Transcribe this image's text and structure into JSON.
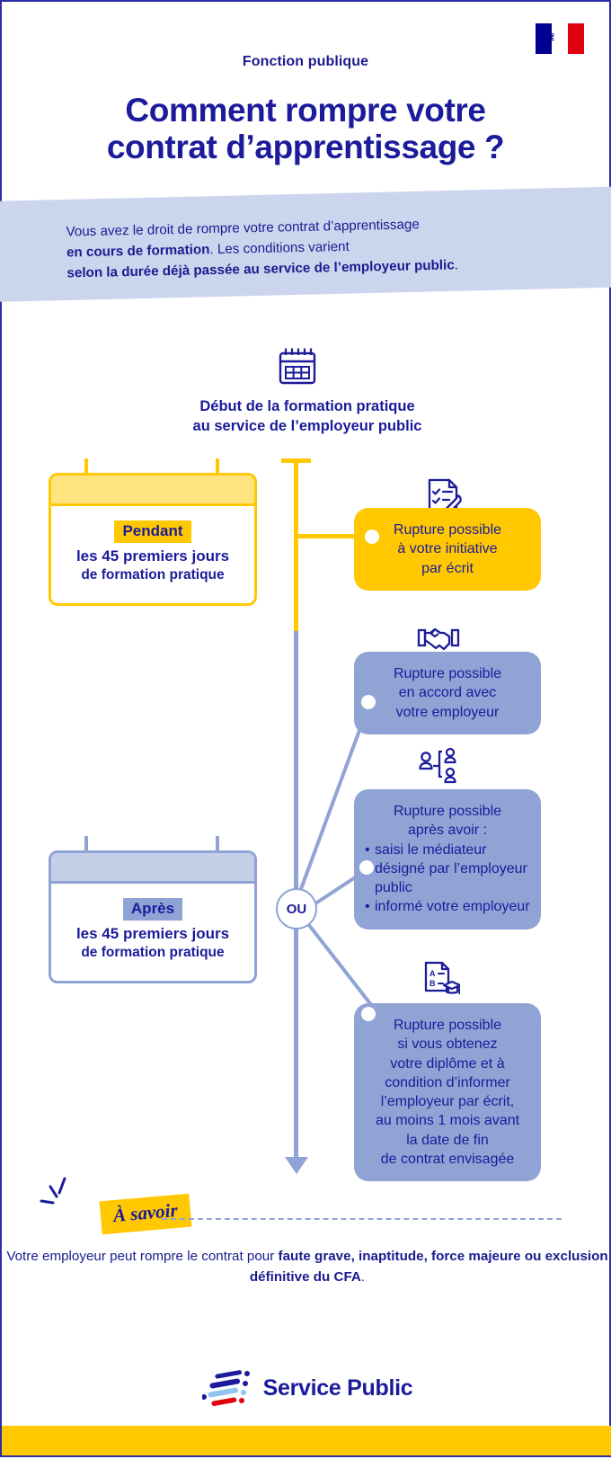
{
  "header": {
    "eyebrow": "Fonction publique",
    "title_line1": "Comment rompre votre",
    "title_line2": "contrat d’apprentissage ?",
    "flag_icon": "french-republic-flag-icon",
    "colors": {
      "blue": "#000091",
      "white": "#ffffff",
      "red": "#e1000f"
    }
  },
  "intro": {
    "line1": "Vous avez le droit de rompre votre contrat d’apprentissage",
    "line2_bold": "en cours de formation",
    "line2_rest": ". Les conditions varient",
    "line3_bold": "selon la durée déjà passée au service de l’employeur public",
    "line3_rest": ".",
    "background": "#ccd5ee"
  },
  "timeline": {
    "calendar_icon": "calendar-icon",
    "title_line1": "Début de la formation pratique",
    "title_line2": "au service de l’employeur public",
    "branch_node_label": "OU",
    "spine_yellow": "#ffc800",
    "spine_blue": "#8fa3d4"
  },
  "periods": [
    {
      "tag": "Pendant",
      "line1": "les 45 premiers jours",
      "line2": "de formation pratique",
      "variant": "yellow",
      "accent": "#ffc800"
    },
    {
      "tag": "Après",
      "line1": "les 45 premiers jours",
      "line2": "de formation pratique",
      "variant": "blue",
      "accent": "#8fa3d4"
    }
  ],
  "options": [
    {
      "icon": "checklist-pen-icon",
      "variant": "yellow",
      "lines": [
        "Rupture possible",
        "à votre initiative",
        "par écrit"
      ],
      "bullets": []
    },
    {
      "icon": "handshake-icon",
      "variant": "blue",
      "lines": [
        "Rupture possible",
        "en accord avec",
        "votre employeur"
      ],
      "bullets": []
    },
    {
      "icon": "mediator-people-icon",
      "variant": "blue",
      "lines": [
        "Rupture possible",
        "après avoir :"
      ],
      "bullets": [
        "saisi le médiateur désigné par l’employeur public",
        "informé votre employeur"
      ]
    },
    {
      "icon": "diploma-icon",
      "variant": "blue",
      "lines": [
        "Rupture possible",
        "si vous obtenez",
        "votre diplôme et à",
        "condition d’informer",
        "l’employeur par écrit,",
        "au moins 1 mois avant",
        "la date de fin",
        "de contrat envisagée"
      ],
      "bullets": []
    }
  ],
  "note": {
    "badge": "À savoir",
    "sparkle_icon": "sparkle-icon",
    "text_part1": "Votre employeur peut rompre le contrat pour ",
    "text_bold1": "faute grave, inaptitude, force majeure ou exclusion définitive du CFA",
    "text_part2": ".",
    "badge_color": "#ffc800"
  },
  "footer": {
    "logo_icon": "service-public-logo-icon",
    "logo_text": "Service Public",
    "bar_color": "#ffc800"
  }
}
